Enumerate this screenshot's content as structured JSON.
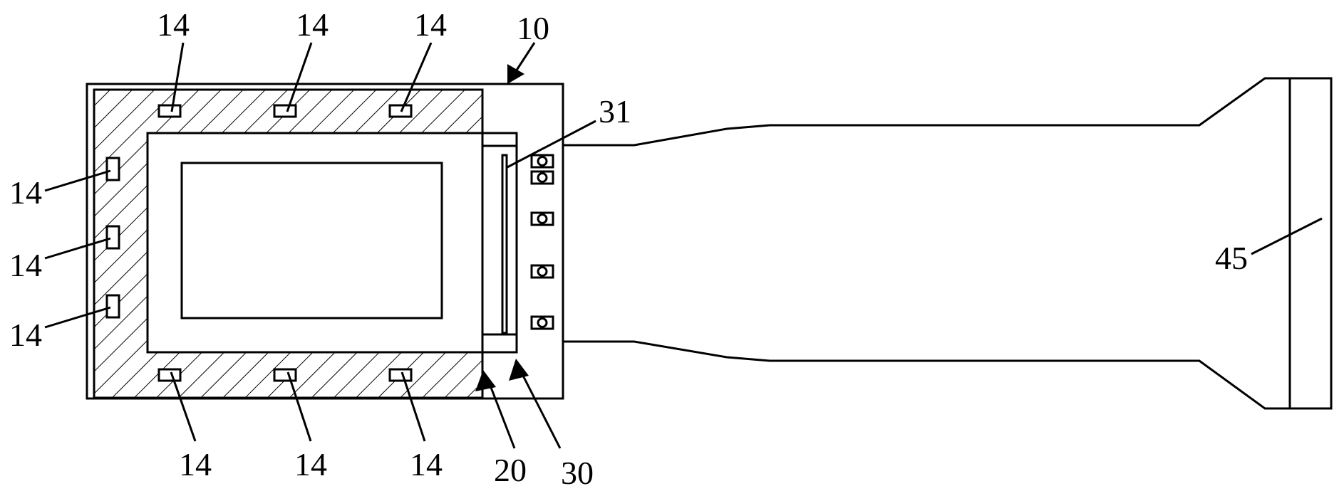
{
  "colors": {
    "stroke": "#000000",
    "background": "#ffffff"
  },
  "labels": {
    "top_left": "14",
    "top_middle": "14",
    "top_right": "14",
    "left_upper": "14",
    "left_middle": "14",
    "left_lower": "14",
    "bottom_left": "14",
    "bottom_middle": "14",
    "bottom_right": "14",
    "panel": "10",
    "frame_edge": "20",
    "connector": "30",
    "connector_strip": "31",
    "flex_cable": "45"
  }
}
